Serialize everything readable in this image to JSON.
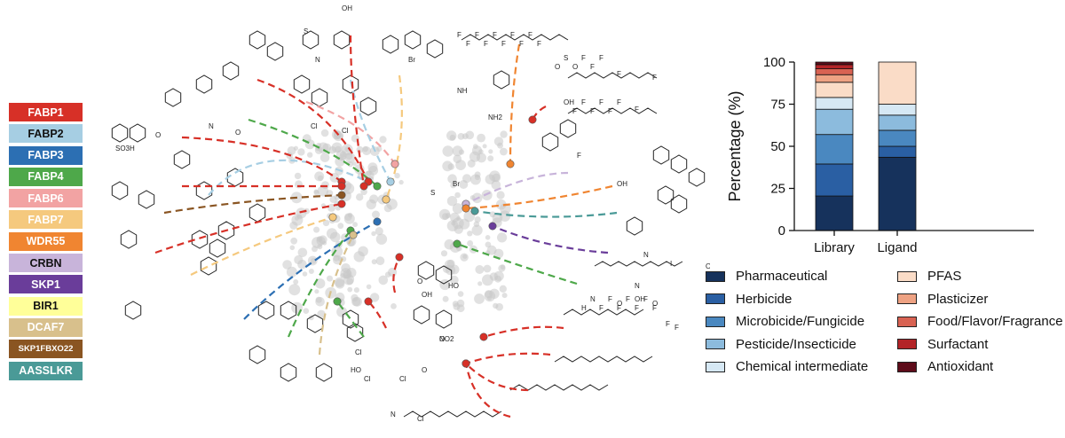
{
  "proteins": [
    {
      "label": "FABP1",
      "color": "#d73027"
    },
    {
      "label": "FABP2",
      "color": "#a6cee3"
    },
    {
      "label": "FABP3",
      "color": "#2c6fb3"
    },
    {
      "label": "FABP4",
      "color": "#4ea84a"
    },
    {
      "label": "FABP6",
      "color": "#f2a3a3"
    },
    {
      "label": "FABP7",
      "color": "#f5c97e"
    },
    {
      "label": "WDR55",
      "color": "#f08531"
    },
    {
      "label": "CRBN",
      "color": "#c8b4da"
    },
    {
      "label": "SKP1",
      "color": "#6a3d9a"
    },
    {
      "label": "BIR1",
      "color": "#ffff99"
    },
    {
      "label": "DCAF7",
      "color": "#d8c08c"
    },
    {
      "label": "SKP1FBXO22",
      "color": "#8a5522"
    },
    {
      "label": "AASSLKR",
      "color": "#4a9a97"
    }
  ],
  "chart_data": {
    "type": "bar",
    "stacked": true,
    "categories": [
      "Library",
      "Ligand"
    ],
    "ylabel": "Percentage (%)",
    "ylim": [
      0,
      100
    ],
    "yticks": [
      0,
      25,
      50,
      75,
      100
    ],
    "grid": false,
    "legend_position": "bottom",
    "series": [
      {
        "name": "Pharmaceutical",
        "color": "#16325c",
        "values": [
          20.5,
          43.5
        ]
      },
      {
        "name": "Herbicide",
        "color": "#2a5fa3",
        "values": [
          19,
          6.5
        ]
      },
      {
        "name": "Microbicide/Fungicide",
        "color": "#4a88c0",
        "values": [
          17.5,
          9.5
        ]
      },
      {
        "name": "Pesticide/Insecticide",
        "color": "#8cbbdd",
        "values": [
          15,
          9
        ]
      },
      {
        "name": "Chemical intermediate",
        "color": "#d6e8f4",
        "values": [
          7,
          6.5
        ]
      },
      {
        "name": "PFAS",
        "color": "#fadcc7",
        "values": [
          9,
          25
        ]
      },
      {
        "name": "Plasticizer",
        "color": "#eea283",
        "values": [
          4.5,
          0
        ]
      },
      {
        "name": "Food/Flavor/Fragrance",
        "color": "#d86252",
        "values": [
          3.5,
          0
        ]
      },
      {
        "name": "Surfactant",
        "color": "#b32428",
        "values": [
          2.5,
          0
        ]
      },
      {
        "name": "Antioxidant",
        "color": "#5e0c1a",
        "values": [
          1.5,
          0
        ]
      }
    ]
  },
  "network": {
    "bubble_color": "#c9c9c9",
    "ligand_links": [
      {
        "protein": "FABP1",
        "node_color": "#d73027"
      },
      {
        "protein": "FABP2",
        "node_color": "#a6cee3"
      },
      {
        "protein": "FABP3",
        "node_color": "#2c6fb3"
      },
      {
        "protein": "FABP4",
        "node_color": "#4ea84a"
      },
      {
        "protein": "FABP6",
        "node_color": "#f2a3a3"
      },
      {
        "protein": "FABP7",
        "node_color": "#f5c97e"
      },
      {
        "protein": "WDR55",
        "node_color": "#f08531"
      },
      {
        "protein": "CRBN",
        "node_color": "#c8b4da"
      },
      {
        "protein": "SKP1",
        "node_color": "#6a3d9a"
      },
      {
        "protein": "BIR1",
        "node_color": "#ffff99"
      },
      {
        "protein": "DCAF7",
        "node_color": "#d8c08c"
      },
      {
        "protein": "SKP1FBXO22",
        "node_color": "#8a5522"
      },
      {
        "protein": "AASSLKR",
        "node_color": "#4a9a97"
      }
    ],
    "structure_labels": [
      "S",
      "N",
      "O",
      "OH",
      "F",
      "F",
      "F",
      "F",
      "F",
      "F",
      "F",
      "F",
      "F",
      "F",
      "Cl",
      "Cl",
      "Br",
      "NH",
      "NH2",
      "O",
      "S",
      "O",
      "F",
      "F",
      "F",
      "F",
      "F",
      "OH",
      "F",
      "F",
      "F",
      "F",
      "F",
      "F",
      "F",
      "F",
      "OH",
      "N",
      "O",
      "OH",
      "HO",
      "NO2",
      "N",
      "O",
      "OH",
      "O",
      "OH",
      "I",
      "H",
      "N",
      "F",
      "F",
      "F",
      "F",
      "F",
      "F",
      "F",
      "F",
      "F",
      "SO3H",
      "O",
      "N",
      "S",
      "Br",
      "O",
      "HO",
      "Cl",
      "Cl",
      "Cl",
      "O",
      "Cl",
      "N"
    ]
  }
}
